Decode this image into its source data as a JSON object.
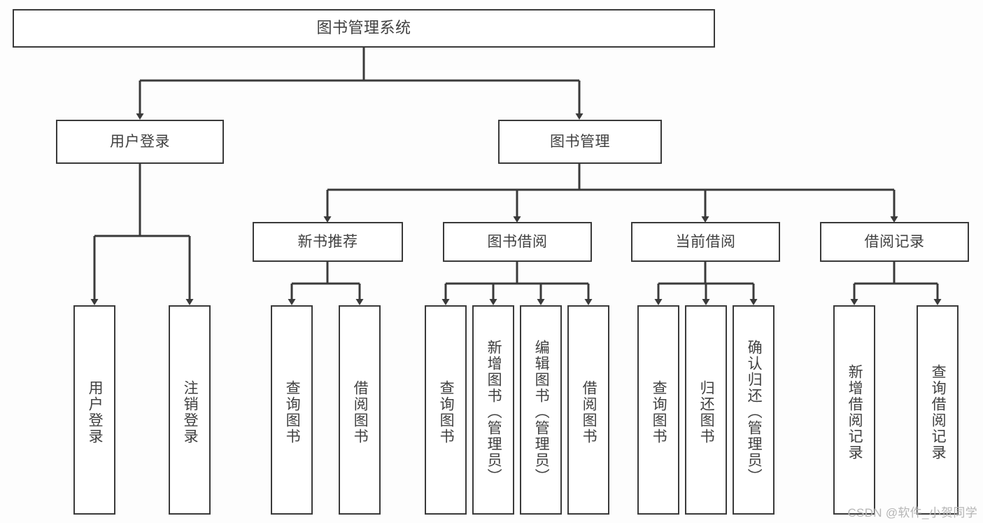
{
  "diagram": {
    "title": "图书管理系统",
    "watermark": "CSDN @软件_小贺同学",
    "colors": {
      "box_border": "#3a3a3a",
      "box_fill": "#ffffff",
      "line": "#3a3a3a",
      "text": "#404040",
      "background": "#fdfdfd",
      "watermark": "#b5b5b5"
    },
    "root": {
      "label": "图书管理系统"
    },
    "level2": [
      {
        "label": "用户登录"
      },
      {
        "label": "图书管理"
      }
    ],
    "level3": [
      {
        "label": "新书推荐"
      },
      {
        "label": "图书借阅"
      },
      {
        "label": "当前借阅"
      },
      {
        "label": "借阅记录"
      }
    ],
    "leaves": {
      "user_login": [
        {
          "label": "用户登录"
        },
        {
          "label": "注销登录"
        }
      ],
      "new_book_recommend": [
        {
          "label": "查询图书"
        },
        {
          "label": "借阅图书"
        }
      ],
      "book_borrow": [
        {
          "label": "查询图书"
        },
        {
          "label": "新增图书（管理员）"
        },
        {
          "label": "编辑图书（管理员）"
        },
        {
          "label": "借阅图书"
        }
      ],
      "current_borrow": [
        {
          "label": "查询图书"
        },
        {
          "label": "归还图书"
        },
        {
          "label": "确认归还（管理员）"
        }
      ],
      "borrow_record": [
        {
          "label": "新增借阅记录"
        },
        {
          "label": "查询借阅记录"
        }
      ]
    }
  }
}
